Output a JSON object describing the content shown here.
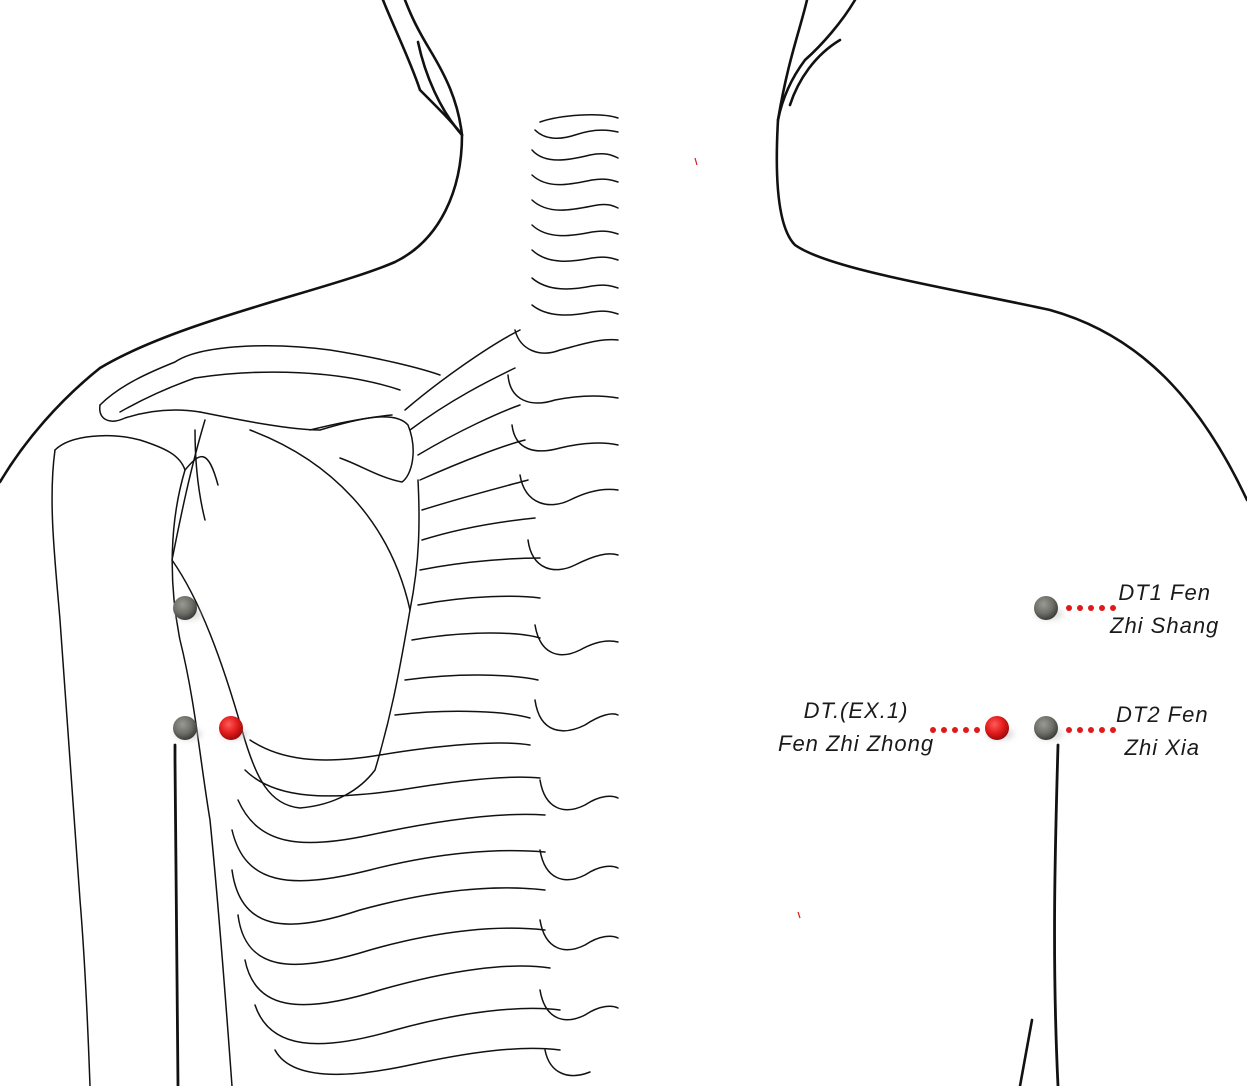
{
  "points": [
    {
      "id": "dt1",
      "kind": "gray",
      "line1": "DT1 Fen",
      "line2": "Zhi Shang"
    },
    {
      "id": "dt-ex1",
      "kind": "red",
      "line1": "DT.(EX.1)",
      "line2": "Fen Zhi Zhong"
    },
    {
      "id": "dt2",
      "kind": "gray",
      "line1": "DT2 Fen",
      "line2": "Zhi Xia"
    }
  ],
  "colors": {
    "gray_point": "#6e6e68",
    "red_point": "#e01919",
    "leader": "#e01919",
    "outline": "#111111"
  }
}
